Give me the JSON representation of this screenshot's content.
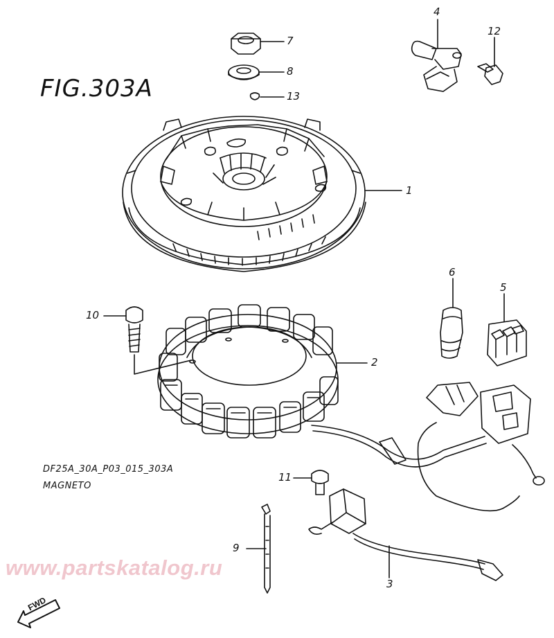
{
  "figure": {
    "title": "FIG.303A"
  },
  "callouts": [
    {
      "number": "1"
    },
    {
      "number": "2"
    },
    {
      "number": "3"
    },
    {
      "number": "4"
    },
    {
      "number": "5"
    },
    {
      "number": "6"
    },
    {
      "number": "7"
    },
    {
      "number": "8"
    },
    {
      "number": "9"
    },
    {
      "number": "10"
    },
    {
      "number": "11"
    },
    {
      "number": "12"
    },
    {
      "number": "13"
    }
  ],
  "caption": {
    "code": "DF25A_30A_P03_015_303A",
    "name": "MAGNETO"
  },
  "watermark": {
    "text": "www.partskatalog.ru"
  },
  "direction_arrow": {
    "label": "FWD"
  }
}
